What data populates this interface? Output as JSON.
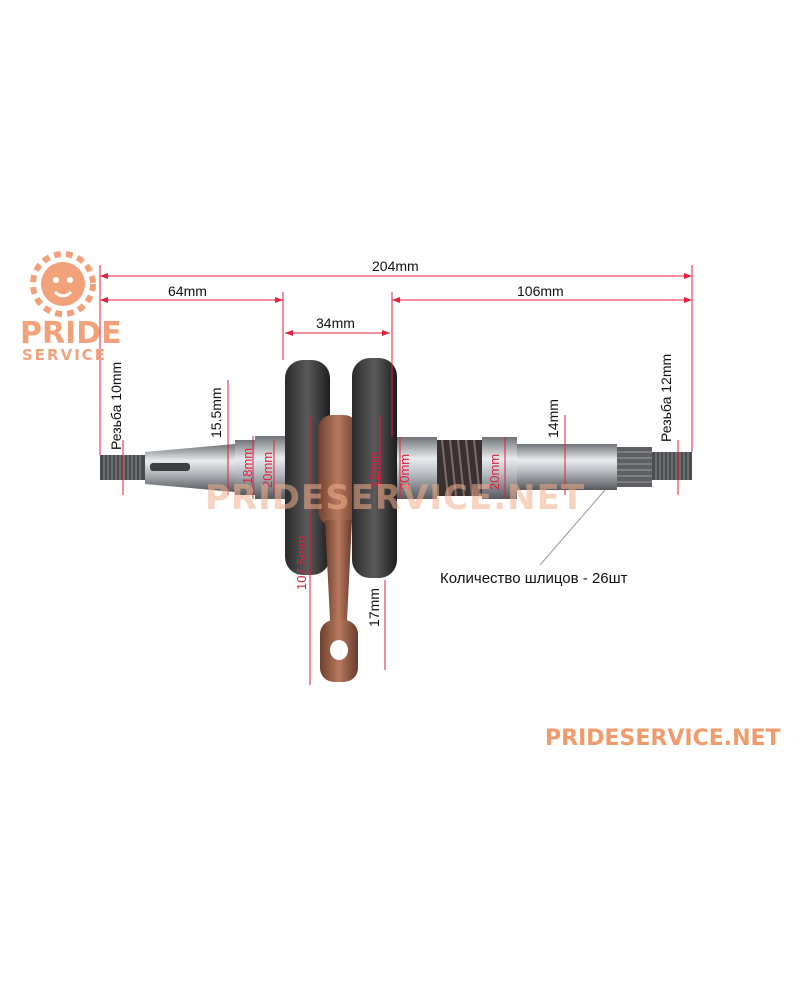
{
  "logo": {
    "line1": "PRIDE",
    "line2": "SERVICE",
    "icon": "lion-gear-icon",
    "color": "#f2a27a"
  },
  "watermark_center": "PRIDESERVICE.NET",
  "watermark_bottom": "PRIDESERVICE.NET",
  "dimensions": {
    "total_length": "204mm",
    "left_length": "64mm",
    "right_length": "106mm",
    "web_width": "34mm",
    "thread_left": "Резьба 10mm",
    "thread_right": "Резьба 12mm",
    "left_step": "15.5mm",
    "right_step": "14mm",
    "rod_small_end": "17mm",
    "rod_length": "107.5mm",
    "left_bearing_a": "18mm",
    "left_bearing_b": "20mm",
    "crank_pin": "12mm",
    "right_bearing_a": "20mm",
    "right_bearing_b": "20mm"
  },
  "spline_note": "Количество шлицов - 26шт",
  "colors": {
    "dimension_line": "#e0203a",
    "text": "#111111",
    "accent": "#f2a27a"
  }
}
